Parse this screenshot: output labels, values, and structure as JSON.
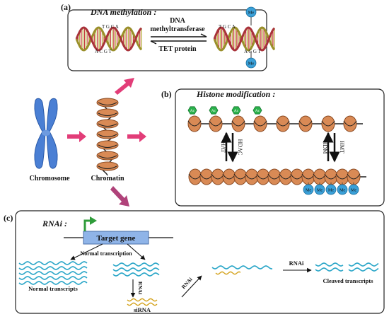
{
  "panel_a": {
    "tag": "(a)",
    "title": "DNA methylation :",
    "enzyme_forward_line1": "DNA",
    "enzyme_forward_line2": "methyltransferase",
    "enzyme_reverse": "TET protein",
    "seq_top": "T G C A",
    "seq_bottom": "A C G T",
    "methyl_label": "Me"
  },
  "panel_b": {
    "tag": "(b)",
    "title": "Histone modification :",
    "acetyl_label": "Ac",
    "methyl_label": "Me",
    "hat": "HAT",
    "hdac": "HDAC",
    "hdm": "HDM",
    "hmt": "HMT"
  },
  "left": {
    "chromosome": "Chromosome",
    "chromatin": "Chromatin"
  },
  "panel_c": {
    "tag": "(c)",
    "title": "RNAi :",
    "target_gene": "Target gene",
    "normal_transcription": "Normal transcription",
    "normal_transcripts": "Normal transcripts",
    "rnai_label": "RNAi",
    "sirna": "siRNA",
    "cleaved_transcripts": "Cleaved transcripts"
  },
  "colors": {
    "accent_arrow": "#e23d78",
    "chromosome_blue": "#4a7fd4",
    "nucleosome": "#d98a55",
    "acetyl_green": "#2bb24c",
    "methyl_blue": "#3aa0d8",
    "mrna_blue": "#2aa6c8",
    "sirna_gold": "#d4a21a",
    "promoter_green": "#2f9c3a",
    "gene_box": "#8fb4e8"
  }
}
